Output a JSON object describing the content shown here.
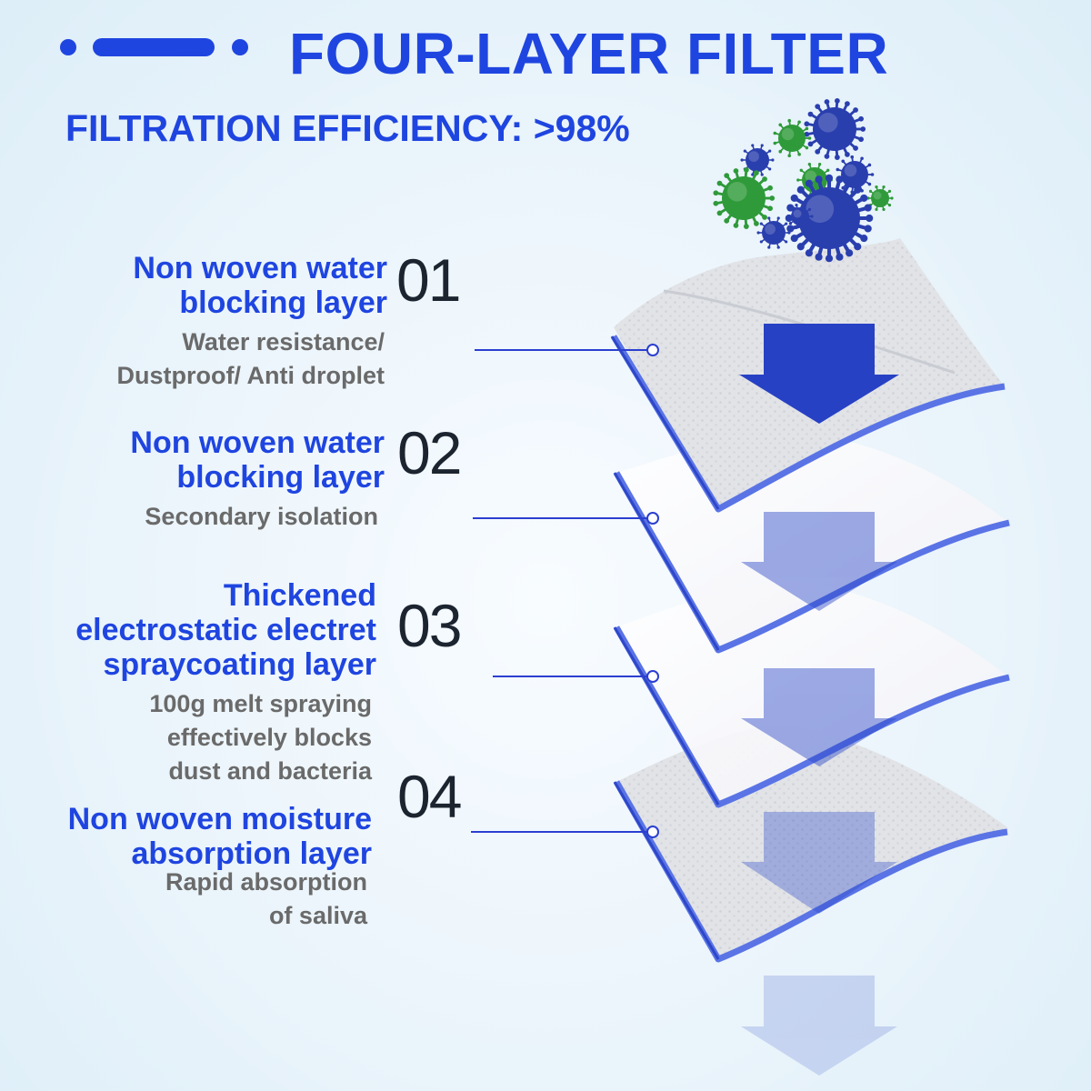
{
  "header": {
    "title": "FOUR-LAYER FILTER",
    "subtitle": "FILTRATION EFFICIENCY: >98%"
  },
  "layers": [
    {
      "number": "01",
      "name_lines": [
        "Non woven water",
        "blocking layer"
      ],
      "desc_lines": [
        "Water resistance/",
        "Dustproof/ Anti droplet"
      ]
    },
    {
      "number": "02",
      "name_lines": [
        "Non woven water",
        "blocking layer"
      ],
      "desc_lines": [
        "Secondary isolation"
      ]
    },
    {
      "number": "03",
      "name_lines": [
        "Thickened",
        "electrostatic electret",
        "spraycoating layer"
      ],
      "desc_lines": [
        "100g melt spraying",
        "effectively blocks",
        "dust and bacteria"
      ]
    },
    {
      "number": "04",
      "name_lines": [
        "Non woven moisture",
        "absorption layer"
      ],
      "desc_lines": [
        "Rapid absorption",
        "of saliva"
      ]
    }
  ],
  "colors": {
    "accent": "#1f45e0",
    "number_text": "#1c2430",
    "description_text": "#6a6a6a",
    "arrow": "#2a47c8",
    "virus_blue": "#2a3fae",
    "virus_green": "#2f9a3a"
  },
  "icons": [
    "virus-icon",
    "down-arrow-icon"
  ]
}
